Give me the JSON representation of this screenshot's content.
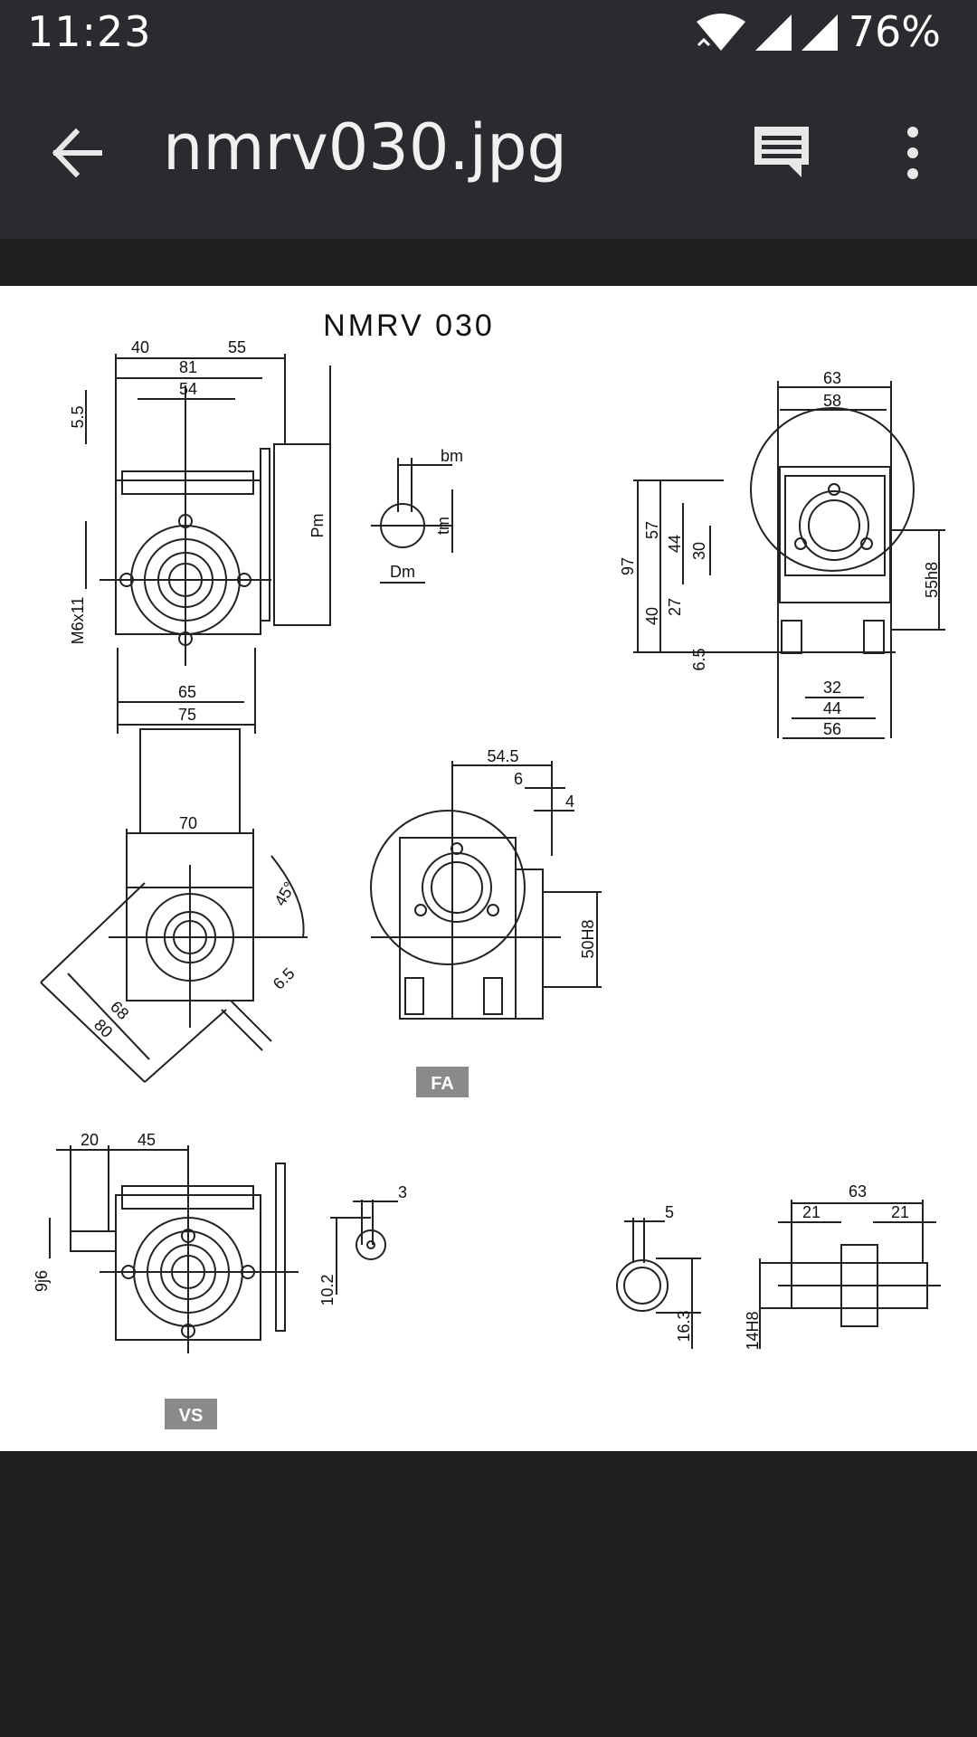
{
  "status_bar": {
    "time": "11:23",
    "battery": "76%",
    "icons": [
      "wifi-icon",
      "cell-signal-icon",
      "cell-signal-icon"
    ]
  },
  "app_bar": {
    "title": "nmrv030.jpg",
    "icons": [
      "back-arrow-icon",
      "comment-icon",
      "more-vert-icon"
    ]
  },
  "drawing": {
    "title": "NMRV 030",
    "view1": {
      "d40": "40",
      "d55": "55",
      "d81": "81",
      "d54": "54",
      "d5_5": "5.5",
      "pm": "Pm",
      "m6x11": "M6x11",
      "d65": "65",
      "d75": "75"
    },
    "shaft_key": {
      "bm": "bm",
      "tm": "tm",
      "dm": "Dm"
    },
    "view_side": {
      "d63": "63",
      "d58": "58",
      "d97": "97",
      "d57": "57",
      "d44": "44",
      "d30": "30",
      "d40": "40",
      "d27": "27",
      "d6_5": "6.5",
      "d55h8": "55h8",
      "d32": "32",
      "d44b": "44",
      "d56": "56"
    },
    "flange_rot": {
      "d70": "70",
      "angle": "45°",
      "d6_5": "6.5",
      "d68": "68",
      "d80": "80"
    },
    "fa": {
      "d54_5": "54.5",
      "d6": "6",
      "d4": "4",
      "d50h8": "50H8",
      "label": "FA"
    },
    "vs": {
      "d20": "20",
      "d45": "45",
      "d9j6": "9j6",
      "d10_2": "10.2",
      "d3": "3",
      "label": "VS"
    },
    "hollow": {
      "d5": "5",
      "d16_3": "16.3",
      "d63": "63",
      "d21a": "21",
      "d21b": "21",
      "d14h8": "14H8"
    }
  }
}
